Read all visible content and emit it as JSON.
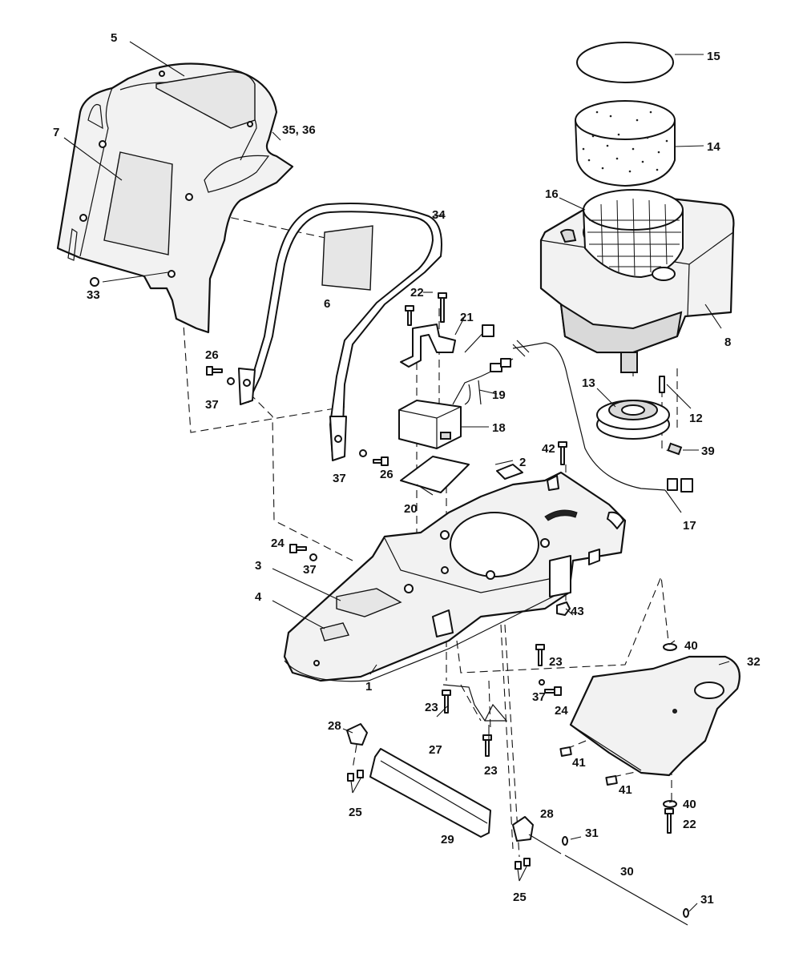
{
  "callouts": {
    "c1": "1",
    "c2": "2",
    "c3": "3",
    "c4": "4",
    "c5": "5",
    "c6": "6",
    "c7": "7",
    "c8": "8",
    "c12": "12",
    "c13": "13",
    "c14": "14",
    "c15": "15",
    "c16": "16",
    "c17": "17",
    "c18": "18",
    "c19": "19",
    "c20": "20",
    "c21": "21",
    "c22a": "22",
    "c22b": "22",
    "c23a": "23",
    "c23b": "23",
    "c23c": "23",
    "c24a": "24",
    "c24b": "24",
    "c25a": "25",
    "c25b": "25",
    "c26a": "26",
    "c26b": "26",
    "c27": "27",
    "c28a": "28",
    "c28b": "28",
    "c29": "29",
    "c30": "30",
    "c31a": "31",
    "c31b": "31",
    "c32": "32",
    "c33": "33",
    "c34": "34",
    "c3536": "35, 36",
    "c37a": "37",
    "c37b": "37",
    "c37c": "37",
    "c37d": "37",
    "c39": "39",
    "c40a": "40",
    "c40b": "40",
    "c41a": "41",
    "c41b": "41",
    "c42": "42",
    "c43": "43"
  }
}
